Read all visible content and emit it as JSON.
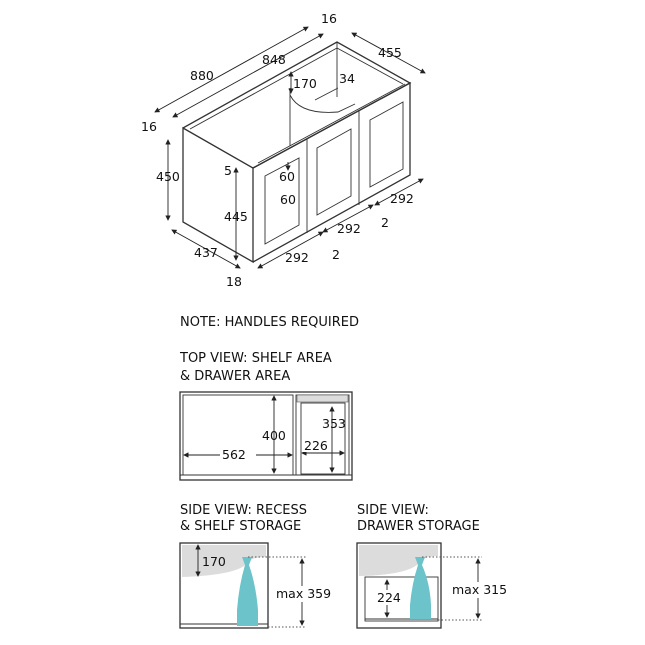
{
  "iso_view": {
    "dims": {
      "width_outer": "880",
      "width_inner": "848",
      "top_panel": "16",
      "depth_outer": "455",
      "recess_height": "170",
      "recess_offset": "34",
      "side_panel": "16",
      "height_outer": "450",
      "top_gap": "5",
      "door_top_margin": "60",
      "door_side_margin": "60",
      "door_height": "445",
      "depth_inner": "437",
      "door_thickness": "18",
      "door1_width": "292",
      "door2_width": "292",
      "door3_width": "292",
      "gap1": "2",
      "gap2": "2"
    }
  },
  "note": "NOTE: HANDLES REQUIRED",
  "top_view": {
    "title_line1": "TOP VIEW: SHELF AREA",
    "title_line2": "& DRAWER AREA",
    "shelf_width": "562",
    "shelf_depth": "400",
    "drawer_depth": "353",
    "drawer_width": "226"
  },
  "side_recess": {
    "title_line1": "SIDE VIEW: RECESS",
    "title_line2": "& SHELF STORAGE",
    "recess": "170",
    "max_height": "max 359"
  },
  "side_drawer": {
    "title_line1": "SIDE VIEW:",
    "title_line2": "DRAWER STORAGE",
    "drawer_height": "224",
    "max_height": "max 315"
  },
  "colors": {
    "bottle": "#6cc3c9",
    "panel_grey": "#dcdcdc"
  }
}
